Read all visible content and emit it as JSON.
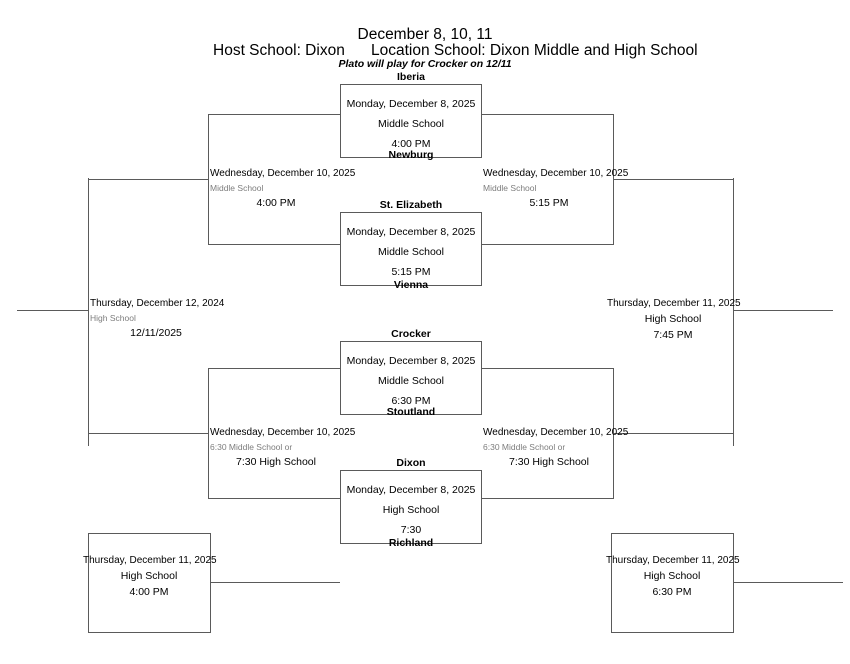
{
  "header": {
    "dates": "December 8, 10, 11",
    "host": "Host School: Dixon",
    "location": "Location School: Dixon Middle and High School",
    "note": "Plato will play for Crocker on 12/11"
  },
  "games": [
    {
      "id": "game-1",
      "top_team": "Iberia",
      "bottom_team": "Newburg",
      "date": "Monday, December 8, 2025",
      "venue": "Middle School",
      "time": "4:00 PM"
    },
    {
      "id": "game-2",
      "top_team": "St. Elizabeth",
      "bottom_team": "Vienna",
      "date": "Monday, December 8, 2025",
      "venue": "Middle School",
      "time": "5:15 PM"
    },
    {
      "id": "game-3",
      "top_team": "Crocker",
      "bottom_team": "Stoutland",
      "date": "Monday, December 8, 2025",
      "venue": "Middle School",
      "time": "6:30 PM"
    },
    {
      "id": "game-4",
      "top_team": "Dixon",
      "bottom_team": "Richland",
      "date": "Monday, December 8, 2025",
      "venue": "High School",
      "time": "7:30"
    }
  ],
  "rounds": {
    "semi_upper_left": {
      "date": "Wednesday, December 10, 2025",
      "venue": "Middle School",
      "time": "4:00 PM"
    },
    "semi_upper_right": {
      "date": "Wednesday, December 10, 2025",
      "venue": "Middle School",
      "time": "5:15 PM"
    },
    "semi_lower_left": {
      "date": "Wednesday, December 10, 2025",
      "venue": "6:30 Middle School or",
      "time": "7:30 High School"
    },
    "semi_lower_right": {
      "date": "Wednesday, December 10, 2025",
      "venue": "6:30 Middle School or",
      "time": "7:30 High School"
    },
    "final_left": {
      "date": "Thursday, December 12, 2024",
      "venue": "High School",
      "time": "12/11/2025"
    },
    "final_right": {
      "date": "Thursday, December 11, 2025",
      "venue": "High School",
      "time": "7:45 PM"
    },
    "consolation_left": {
      "date": "Thursday, December 11, 2025",
      "venue": "High School",
      "time": "4:00 PM"
    },
    "consolation_right": {
      "date": "Thursday, December 11, 2025",
      "venue": "High School",
      "time": "6:30 PM"
    }
  },
  "colors": {
    "line": "#5a5a5a",
    "text": "#000000",
    "muted": "#7d7d7d",
    "background": "#ffffff"
  }
}
